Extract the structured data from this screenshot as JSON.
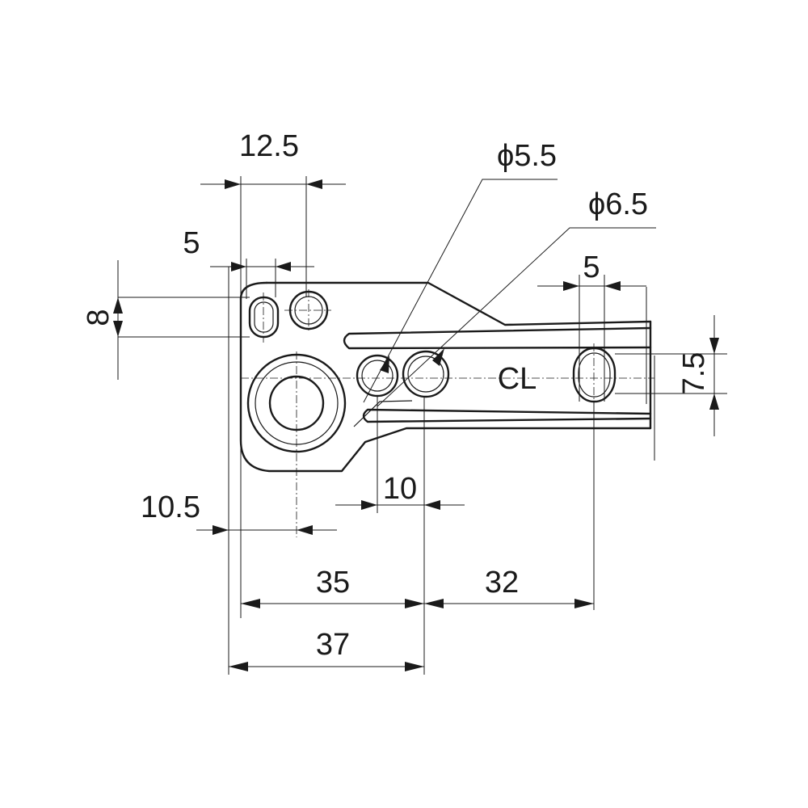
{
  "drawing": {
    "title": "",
    "centerline_label": "CL",
    "dimensions": {
      "top_width": "12.5",
      "slot_offset": "5",
      "slot_height": "8",
      "round_hole_diameter": "ϕ5.5",
      "round_hole_diameter_2": "ϕ6.5",
      "right_slot_width": "5",
      "right_slot_height": "7.5",
      "hole_spacing": "10",
      "big_hole_offset": "10.5",
      "span_left": "35",
      "span_right": "32",
      "span_total": "37"
    }
  },
  "colors": {
    "line": "#1a1a1a",
    "background": "#ffffff"
  }
}
